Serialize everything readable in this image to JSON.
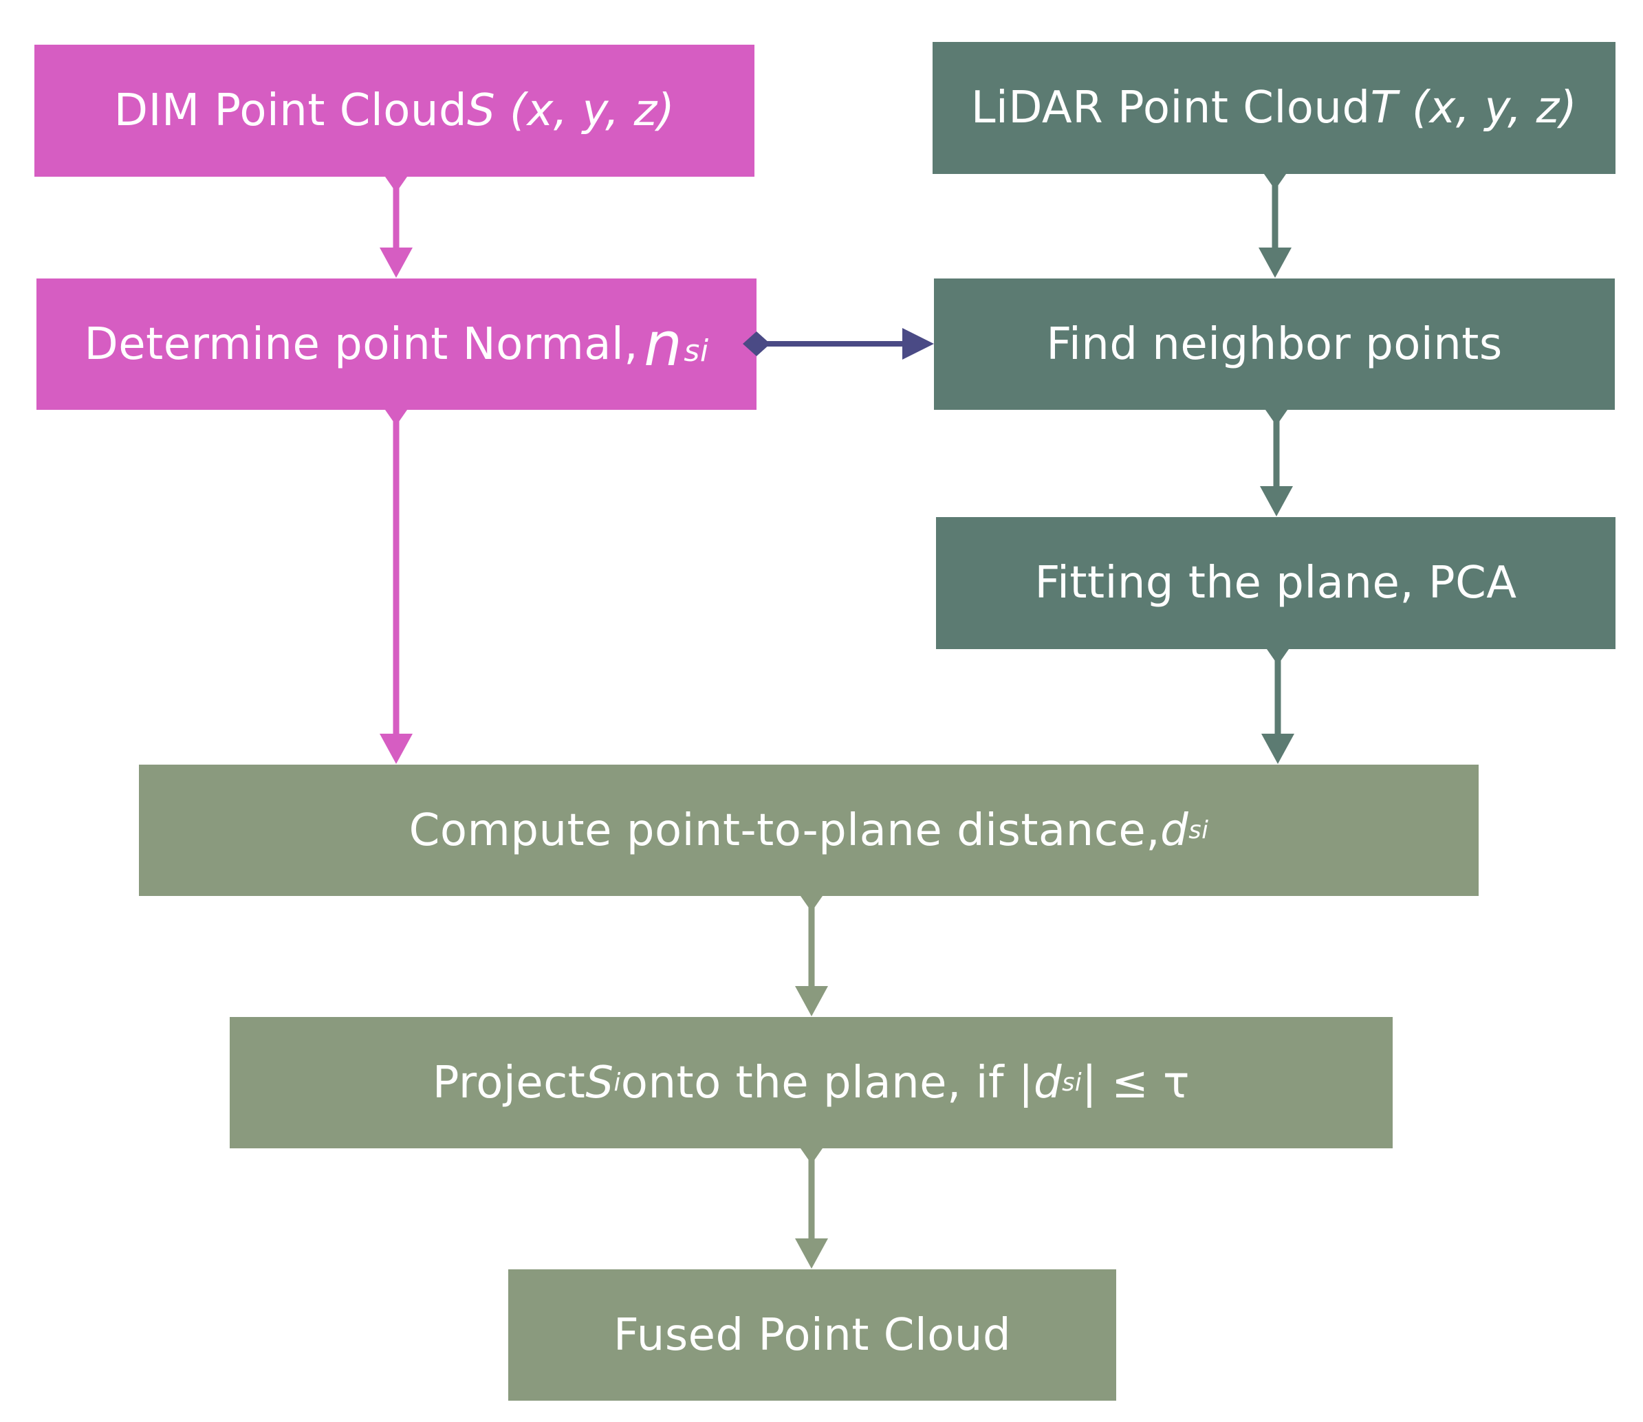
{
  "nodes": {
    "dim": {
      "label": "DIM Point Cloud ",
      "var": "S (x, y, z)"
    },
    "lidar": {
      "label": "LiDAR Point Cloud ",
      "var": "T (x, y, z)"
    },
    "normal": {
      "label": "Determine point Normal,",
      "symbol": "n",
      "subscript": "si"
    },
    "neighbor": {
      "label": "Find neighbor points"
    },
    "fit": {
      "label": "Fitting the plane, PCA"
    },
    "compute": {
      "label": "Compute point-to-plane distance, ",
      "var": "d",
      "subscript": "si"
    },
    "project": {
      "prefix": "Project ",
      "var": "S",
      "var_sub": "i",
      "middle": " onto the plane, if |",
      "dvar": "d",
      "dvar_sub": "si",
      "suffix": "| ≤ τ"
    },
    "fused": {
      "label": "Fused Point Cloud"
    }
  },
  "colors": {
    "dim_branch": "#d65dc2",
    "lidar_branch": "#5c7b72",
    "fusion_branch": "#8a9a7e",
    "link_arrow": "#4a4a85"
  },
  "edges": [
    {
      "from": "dim",
      "to": "normal",
      "color": "dim_branch"
    },
    {
      "from": "normal",
      "to": "compute",
      "color": "dim_branch"
    },
    {
      "from": "normal",
      "to": "neighbor",
      "color": "link_arrow"
    },
    {
      "from": "lidar",
      "to": "neighbor",
      "color": "lidar_branch"
    },
    {
      "from": "neighbor",
      "to": "fit",
      "color": "lidar_branch"
    },
    {
      "from": "fit",
      "to": "compute",
      "color": "lidar_branch"
    },
    {
      "from": "compute",
      "to": "project",
      "color": "fusion_branch"
    },
    {
      "from": "project",
      "to": "fused",
      "color": "fusion_branch"
    }
  ]
}
